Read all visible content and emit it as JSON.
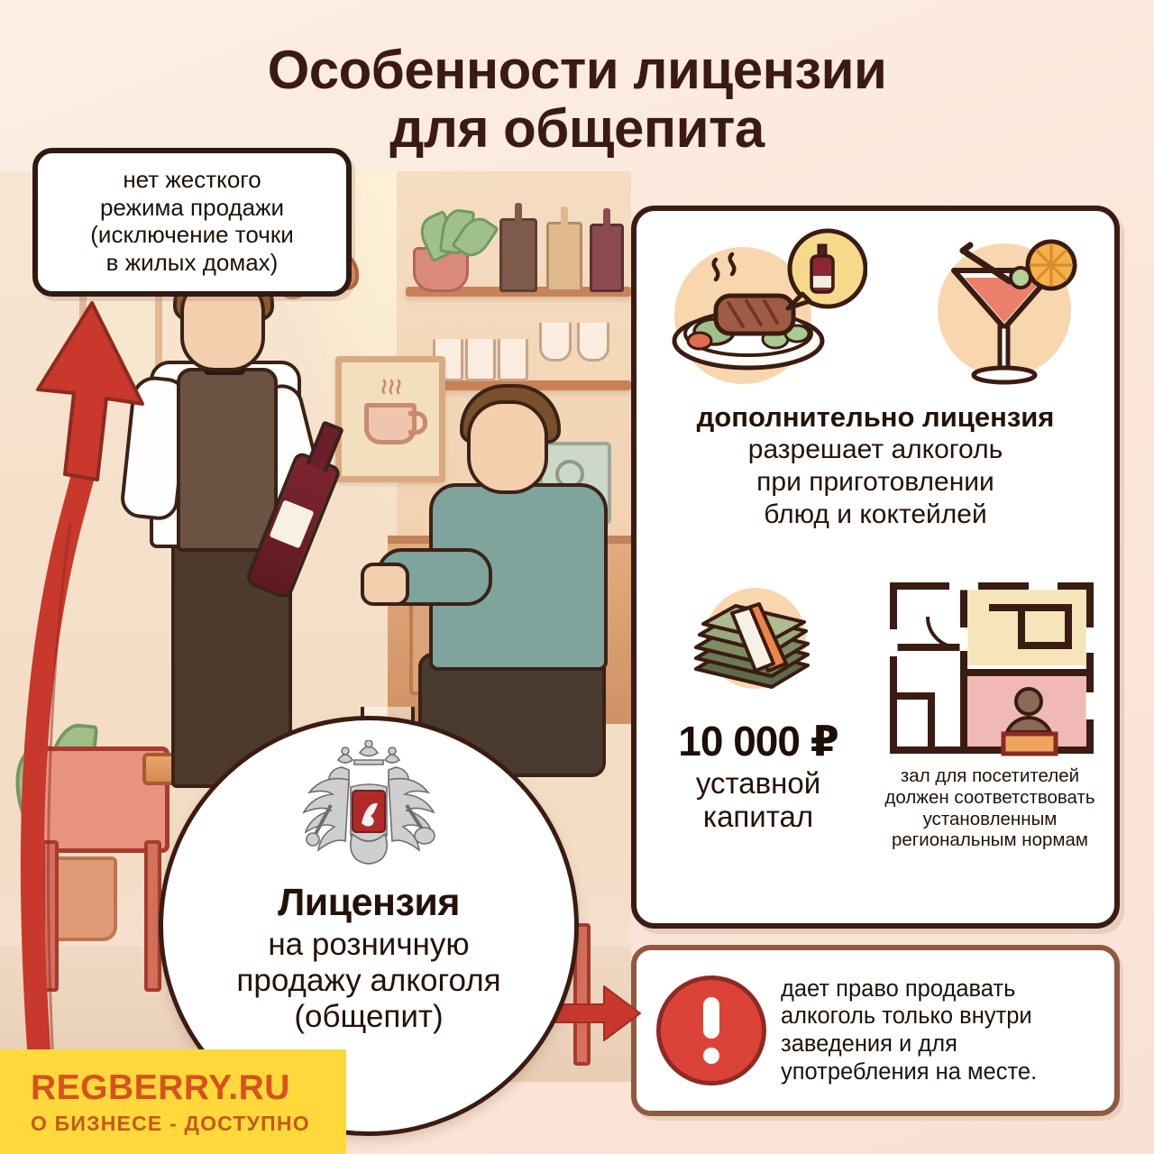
{
  "title": {
    "line1": "Особенности лицензии",
    "line2": "для общепита"
  },
  "bubble": {
    "line1": "нет жесткого",
    "line2": "режима продажи",
    "line3": "(исключение точки",
    "line4": "в жилых домах)"
  },
  "main_card": {
    "heading": "дополнительно лицензия",
    "line2": "разрешает алкоголь",
    "line3": "при приготовлении",
    "line4": "блюд и коктейлей",
    "money": {
      "amount": "10 000 ₽",
      "label_line1": "уставной",
      "label_line2": "капитал"
    },
    "plan": {
      "line1": "зал для посетителей",
      "line2": "должен соответствовать",
      "line3": "установленным",
      "line4": "региональным нормам"
    },
    "icons": {
      "dish": "grilled-dish-icon",
      "bottle_bubble": "wine-bottle-speech-icon",
      "cocktail": "cocktail-glass-icon",
      "money": "cash-stack-icon",
      "floorplan": "floor-plan-icon"
    }
  },
  "warning": {
    "icon": "exclamation-circle-icon",
    "line1": "дает право продавать",
    "line2": "алкоголь только внутри",
    "line3": "заведения и для",
    "line4": "употребления на месте."
  },
  "license_badge": {
    "emblem": "russian-coat-of-arms-icon",
    "title": "Лицензия",
    "line2": "на розничную",
    "line3": "продажу алкоголя",
    "line4": "(общепит)"
  },
  "brand": {
    "name": "REGBERRY.RU",
    "tagline": "О БИЗНЕСЕ - ДОСТУПНО"
  },
  "colors": {
    "background": "#fbeade",
    "title_text": "#3a1a12",
    "card_border": "#3a1c12",
    "warn_border": "#8e5a42",
    "accent_red": "#c8382c",
    "brand_yellow": "#ffd83b",
    "brand_orange": "#d6521f",
    "wine_red": "#8e2733"
  },
  "scene": {
    "description": "restaurant-scene-illustration",
    "waiter": "waiter-opening-wine-bottle",
    "customer": "seated-customer-with-wine-glass",
    "arrow_up": "growth-arrow-icon",
    "arrow_right": "pointer-arrow-icon"
  }
}
